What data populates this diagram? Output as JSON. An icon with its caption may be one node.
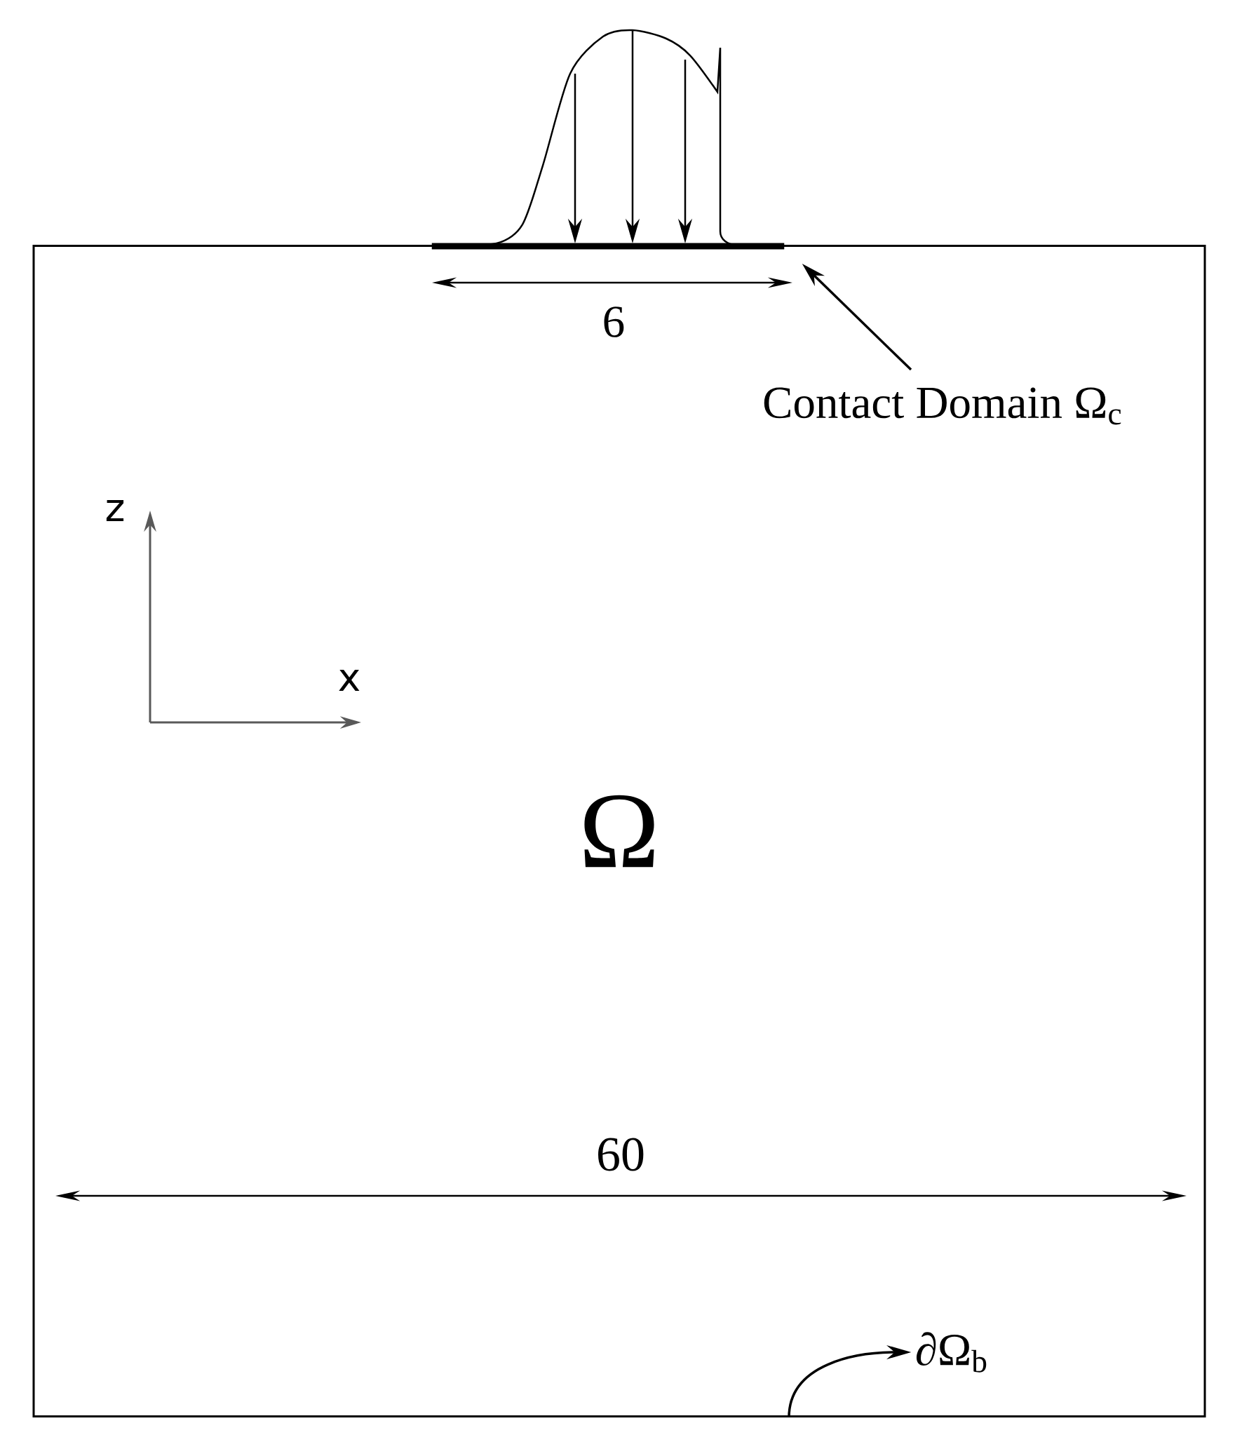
{
  "diagram": {
    "nodes": [
      {
        "text": [
          "Ω"
        ]
      },
      {
        "text": [],
        "shape": "bar"
      },
      {
        "text": [
          "Contact Domain Ω$_{c}$"
        ],
        "in": 0
      },
      {
        "text": [
          "∂Ω$_{b}$"
        ],
        "in": 0
      }
    ],
    "edges": [
      {
        "from": 2,
        "to": 1,
        "arrow": "to"
      },
      {
        "from": 0,
        "to": 3,
        "arrow": "to"
      }
    ],
    "labels": [
      "6",
      "60",
      "z",
      "x"
    ]
  }
}
